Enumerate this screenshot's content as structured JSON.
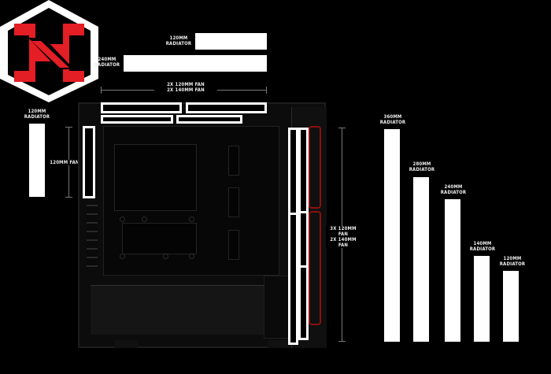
{
  "brand": {
    "colors": {
      "red": "#e31e24",
      "black": "#000000",
      "white": "#ffffff"
    }
  },
  "top": {
    "rad120": "120MM RADIATOR",
    "rad240": "240MM RADIATOR",
    "fan_line1": "2X 120MM FAN",
    "fan_line2": "2X 140MM FAN"
  },
  "left": {
    "rad120": "120MM RADIATOR",
    "fan120": "120MM FAN"
  },
  "front": {
    "fan_line1": "3X 120MM FAN",
    "fan_line2": "2X 140MM FAN"
  },
  "right_bars": [
    {
      "label": "360MM RADIATOR"
    },
    {
      "label": "280MM RADIATOR"
    },
    {
      "label": "240MM RADIATOR"
    },
    {
      "label": "140MM RADIATOR"
    },
    {
      "label": "120MM RADIATOR"
    }
  ]
}
